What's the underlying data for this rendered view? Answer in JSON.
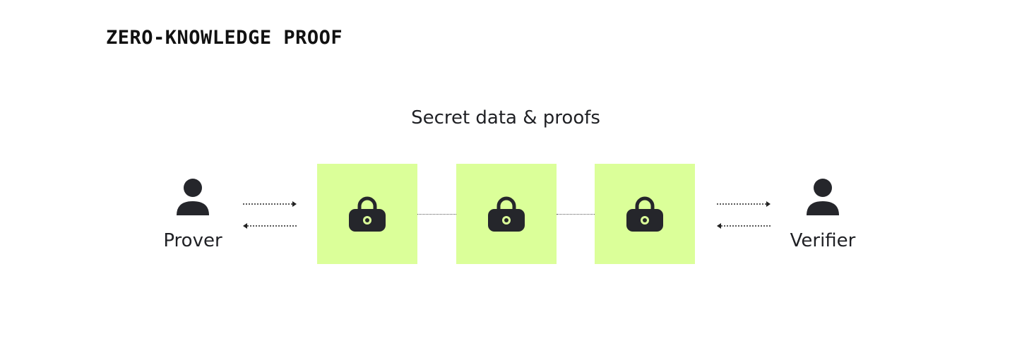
{
  "title": "ZERO-KNOWLEDGE PROOF",
  "subtitle": "Secret data & proofs",
  "actors": [
    {
      "label": "Prover",
      "icon": "person-icon"
    },
    {
      "label": "Verifier",
      "icon": "person-icon"
    }
  ],
  "boxes": [
    {
      "icon": "lock-icon"
    },
    {
      "icon": "lock-icon"
    },
    {
      "icon": "lock-icon"
    }
  ],
  "colors": {
    "box": "#dbff99",
    "icon": "#25262b",
    "text": "#1f2024"
  }
}
